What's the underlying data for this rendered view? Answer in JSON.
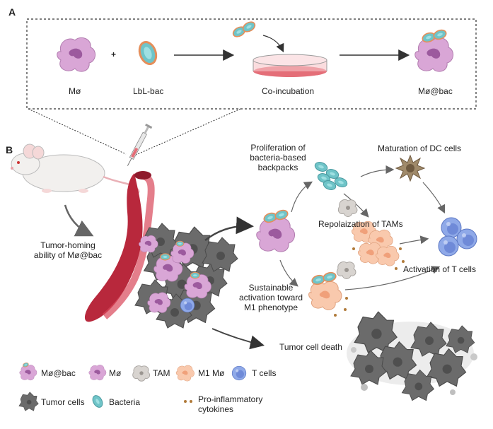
{
  "panel_a": {
    "label": "A",
    "mo": "Mø",
    "plus": "+",
    "lbl_bac": "LbL-bac",
    "co_incubation": "Co-incubation",
    "mo_bac": "Mø@bac"
  },
  "panel_b": {
    "label": "B",
    "tumor_homing": "Tumor-homing\nability of Mø@bac",
    "proliferation": "Proliferation of\nbacteria-based\nbackpacks",
    "maturation": "Maturation of DC cells",
    "repolarization": "Repolaization of TAMs",
    "activation_t": "Activation of T cells",
    "sustainable": "Sustainable\nactivation toward\nM1 phenotype",
    "tumor_death": "Tumor cell death"
  },
  "legend": {
    "mo_bac": "Mø@bac",
    "mo": "Mø",
    "tam": "TAM",
    "m1_mo": "M1 Mø",
    "t_cells": "T cells",
    "tumor_cells": "Tumor cells",
    "bacteria": "Bacteria",
    "cytokines": "Pro-inflammatory\ncytokines"
  },
  "colors": {
    "macrophage": "#d9a6d6",
    "macrophage_nucleus": "#9c5a9e",
    "bacteria": "#6fc4c8",
    "bacteria_coat": "#e58e5a",
    "tam": "#d8d4d0",
    "m1": "#f9c9ad",
    "t_cell": "#8fa9e8",
    "tumor": "#6b6b6b",
    "vessel": "#b8283c",
    "dc": "#a08a6a",
    "dish": "#e46e78",
    "cytokine": "#b07a3a"
  }
}
